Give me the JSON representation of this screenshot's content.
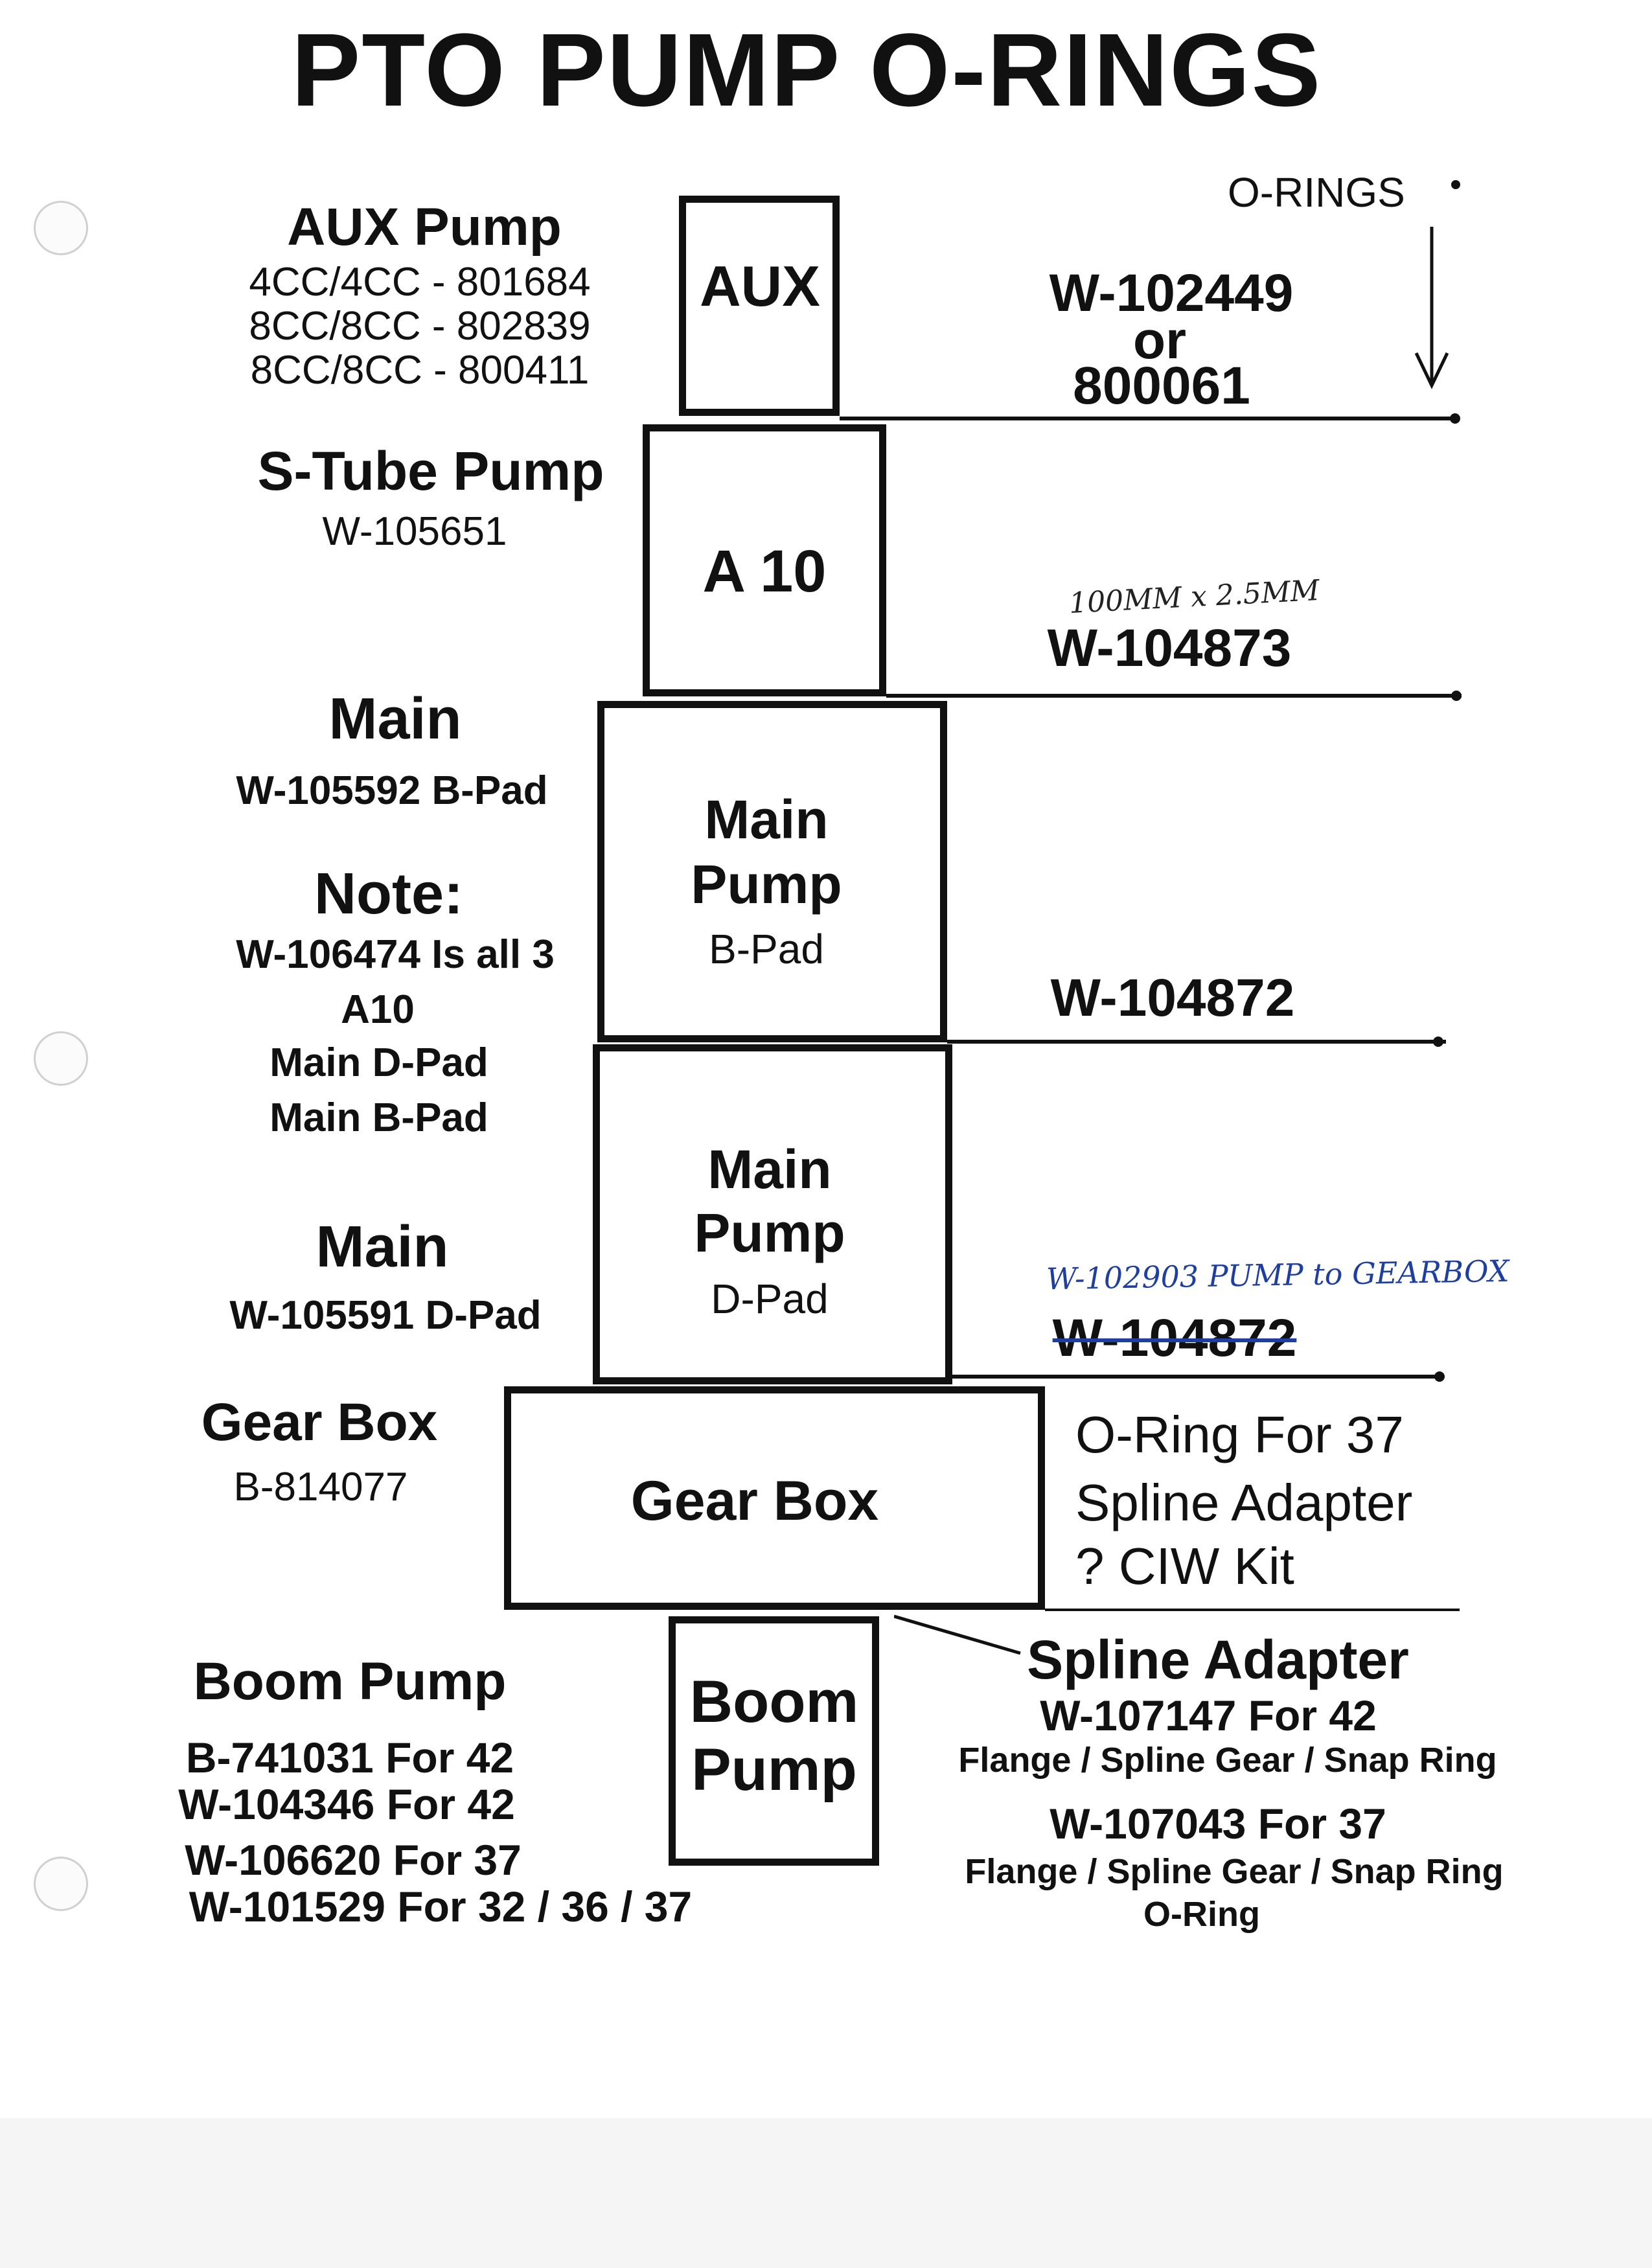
{
  "title": "PTO PUMP O-RINGS",
  "o_rings_label": "O-RINGS",
  "left": {
    "aux": {
      "heading": "AUX Pump",
      "parts": [
        "4CC/4CC - 801684",
        "8CC/8CC - 802839",
        "8CC/8CC - 800411"
      ]
    },
    "stube": {
      "heading": "S-Tube Pump",
      "part": "W-105651"
    },
    "main_b": {
      "heading": "Main",
      "part": "W-105592 B-Pad"
    },
    "note": {
      "heading": "Note:",
      "lines": [
        "W-106474 Is all 3",
        "A10",
        "Main D-Pad",
        "Main B-Pad"
      ]
    },
    "main_d": {
      "heading": "Main",
      "part": "W-105591 D-Pad"
    },
    "gearbox": {
      "heading": "Gear Box",
      "part": "B-814077"
    },
    "boom": {
      "heading": "Boom Pump",
      "parts": [
        "B-741031 For 42",
        "W-104346 For 42",
        "W-106620 For 37",
        "W-101529 For 32 / 36 / 37"
      ]
    }
  },
  "stack": {
    "aux": "AUX",
    "a10": "A 10",
    "main_b": {
      "l1": "Main",
      "l2": "Pump",
      "l3": "B-Pad"
    },
    "main_d": {
      "l1": "Main",
      "l2": "Pump",
      "l3": "D-Pad"
    },
    "gearbox": "Gear Box",
    "boom": {
      "l1": "Boom",
      "l2": "Pump"
    }
  },
  "right": {
    "oring1": {
      "l1": "W-102449",
      "l2": "or",
      "l3": "800061"
    },
    "oring2": {
      "handwritten": "100MM x 2.5MM",
      "part": "W-104873"
    },
    "oring3": {
      "part": "W-104872"
    },
    "oring4": {
      "handwritten": "W-102903 PUMP to GEARBOX",
      "struck": "W-104872"
    },
    "gearbox_note": {
      "l1": "O-Ring For 37",
      "l2": "Spline Adapter",
      "l3": "?   CIW Kit"
    },
    "spline": {
      "heading": "Spline Adapter",
      "p1": "W-107147 For 42",
      "d1": "Flange / Spline Gear / Snap Ring",
      "p2": "W-107043 For 37",
      "d2": "Flange / Spline Gear / Snap Ring",
      "d3": "O-Ring"
    }
  },
  "colors": {
    "ink": "#111111",
    "handwriting": "#1f3fa0",
    "paper": "#ffffff"
  }
}
